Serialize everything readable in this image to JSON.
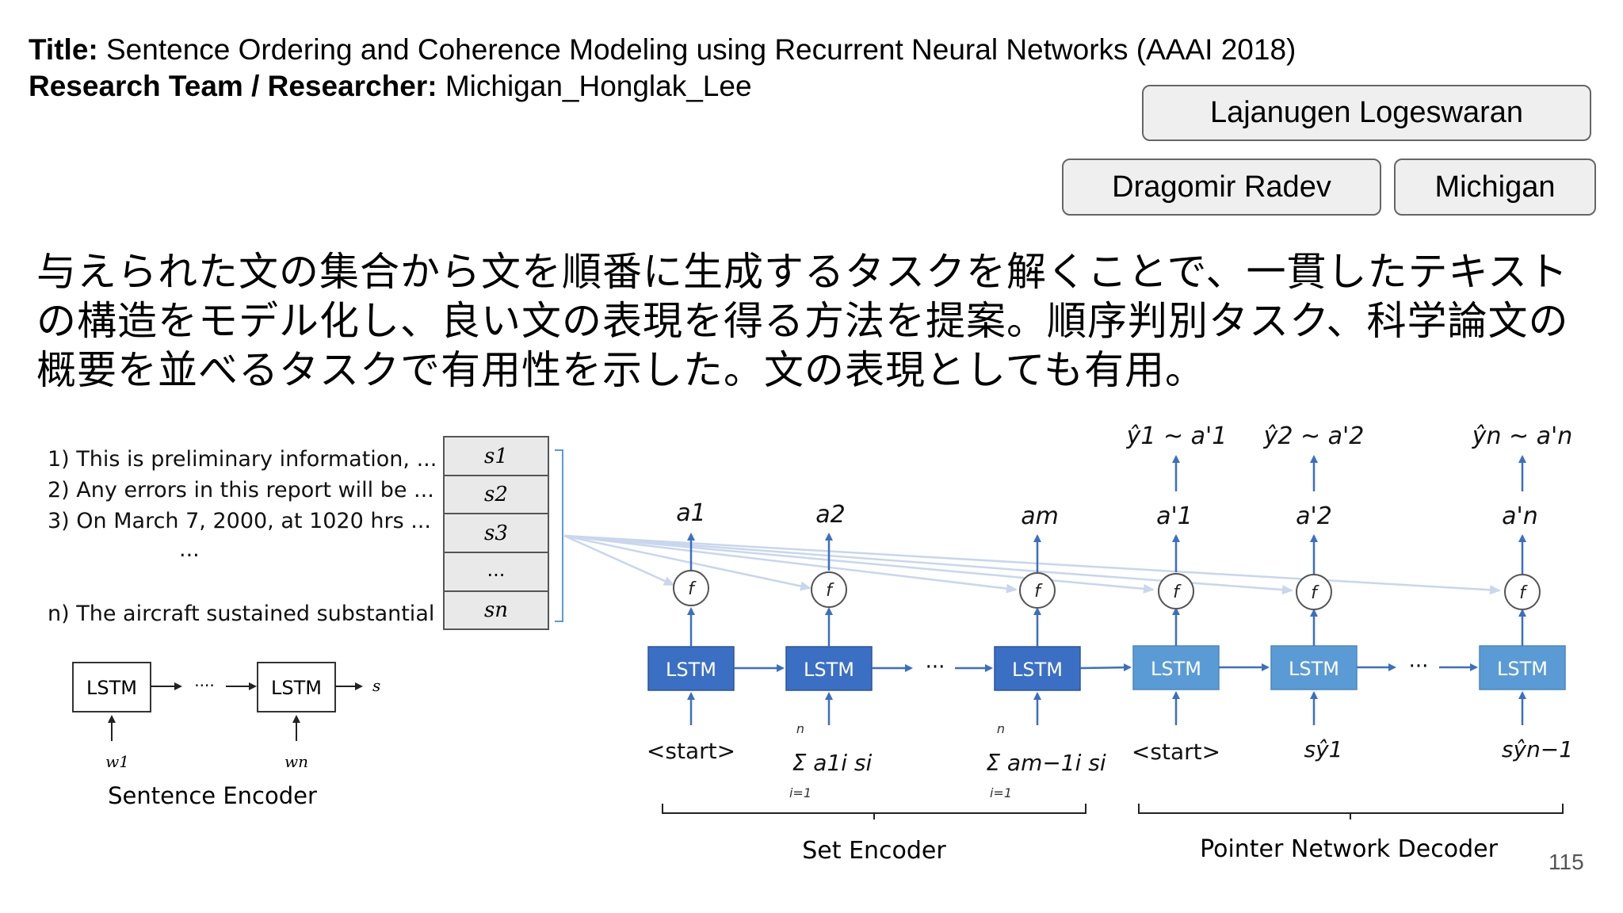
{
  "header": {
    "title_label": "Title:",
    "title_value": "Sentence Ordering and Coherence Modeling using Recurrent Neural Networks (AAAI 2018)",
    "team_label": "Research Team / Researcher:",
    "team_value": "Michigan_Honglak_Lee"
  },
  "chips": {
    "author1": "Lajanugen Logeswaran",
    "author2": "Dragomir Radev",
    "institution": "Michigan"
  },
  "summary": {
    "line1": "与えられた文の集合から文を順番に生成するタスクを解くことで、一貫したテキスト",
    "line2": "の構造をモデル化し、良い文の表現を得る方法を提案。順序判別タスク、科学論文の",
    "line3": "概要を並べるタスクで有用性を示した。文の表現としても有用。"
  },
  "diagram": {
    "sentences": [
      "1) This is preliminary information, ...",
      "2) Any errors in this report will be ...",
      "3) On March 7, 2000, at 1020 hrs ...",
      "...",
      "n) The aircraft sustained substantial .."
    ],
    "stack": [
      "s1",
      "s2",
      "s3",
      "...",
      "sn"
    ],
    "sentence_encoder": {
      "lstm": "LSTM",
      "dots": "····",
      "out": "s",
      "w1": "w1",
      "wn": "wn",
      "label": "Sentence Encoder"
    },
    "lstm_label": "LSTM",
    "f_label": "f",
    "dots": "···",
    "attn_top": [
      "a1",
      "a2",
      "am",
      "a'1",
      "a'2",
      "a'n"
    ],
    "outputs": [
      "ŷ1 ~ a'1",
      "ŷ2 ~ a'2",
      "ŷn ~ a'n"
    ],
    "inputs": [
      "<start>",
      "Σ a1i si",
      "Σ am−1i si",
      "<start>",
      "sŷ1",
      "sŷn−1"
    ],
    "sum_top": "n",
    "sum_bottom": "i=1",
    "set_encoder_label": "Set Encoder",
    "decoder_label": "Pointer Network Decoder",
    "colors": {
      "encoder_lstm": "#3a6fc4",
      "decoder_lstm": "#5b9bd5",
      "attn_arrow": "#c8d6ee"
    }
  },
  "page_number": "115"
}
